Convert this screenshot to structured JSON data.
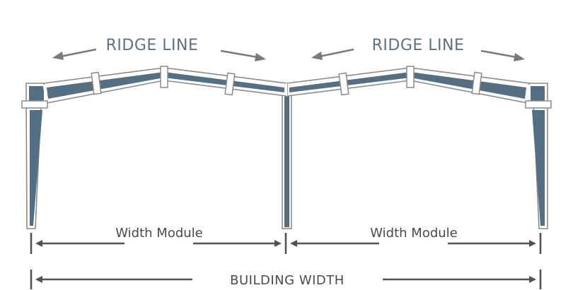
{
  "diagram": {
    "title": "Multi-span rigid frame",
    "labels": {
      "ridge_left": "RIDGE LINE",
      "ridge_right": "RIDGE LINE",
      "width_module_left": "Width Module",
      "width_module_right": "Width Module",
      "building_width": "BUILDING WIDTH"
    },
    "spans": 2,
    "colors": {
      "member_fill": "#546e84",
      "member_outline": "#8a8a8a",
      "label_ridge": "#5b7186",
      "dimension_line": "#505255"
    }
  }
}
